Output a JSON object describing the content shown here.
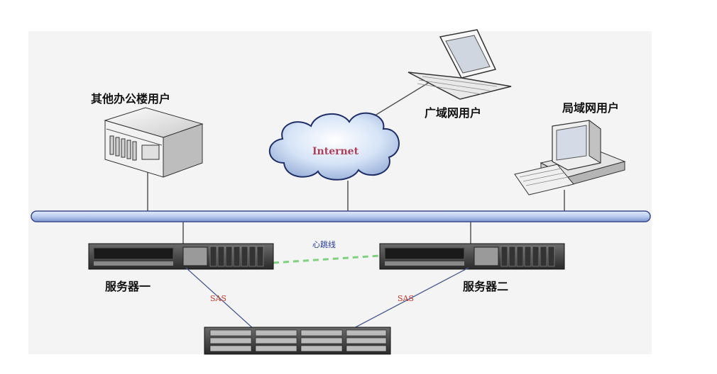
{
  "nodes": {
    "office_users": {
      "label": "其他办公楼用户",
      "icon": "tower-server-icon"
    },
    "internet": {
      "label": "Internet",
      "icon": "cloud-icon"
    },
    "wan_users": {
      "label": "广域网用户",
      "icon": "laptop-icon"
    },
    "lan_users": {
      "label": "局域网用户",
      "icon": "desktop-pc-icon"
    },
    "server_one": {
      "label": "服务器一",
      "icon": "rack-server-icon"
    },
    "server_two": {
      "label": "服务器二",
      "icon": "rack-server-icon"
    },
    "storage": {
      "label": "",
      "icon": "disk-array-icon"
    }
  },
  "links": {
    "heartbeat": {
      "label": "心跳线",
      "color": "#7fd07f"
    },
    "sas_left": {
      "label": "SAS",
      "color": "#c0392b"
    },
    "sas_right": {
      "label": "SAS",
      "color": "#c0392b"
    }
  },
  "colors": {
    "backbone": "#b8c8ec",
    "backbone_stroke": "#3a4a8a",
    "panel": "#f3f3f3",
    "heartbeat_label": "#2a3b9a",
    "cloud": "#dfe9f8"
  }
}
